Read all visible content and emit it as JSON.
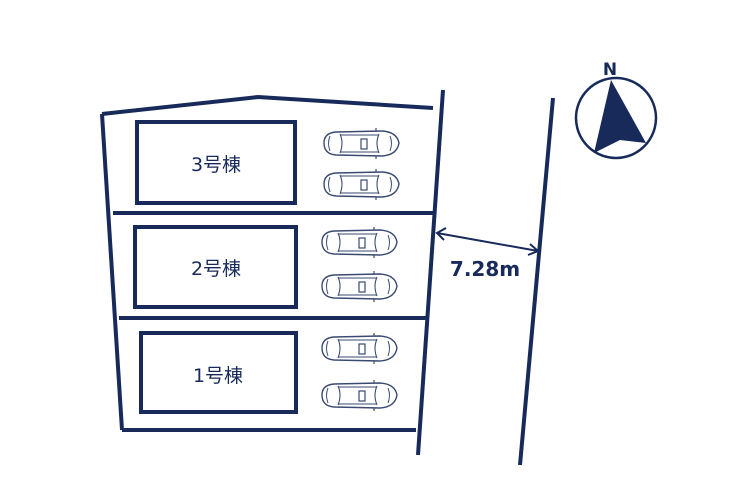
{
  "diagram": {
    "type": "site-layout",
    "colors": {
      "line": "#172a5a",
      "background": "#ffffff",
      "car": "#3a4a70"
    },
    "compass": {
      "label": "N",
      "icon": "north-arrow-icon"
    },
    "road_width_label": "7.28m",
    "lots": [
      {
        "label": "3号棟",
        "parking_spaces": 2
      },
      {
        "label": "2号棟",
        "parking_spaces": 2
      },
      {
        "label": "1号棟",
        "parking_spaces": 2
      }
    ]
  }
}
